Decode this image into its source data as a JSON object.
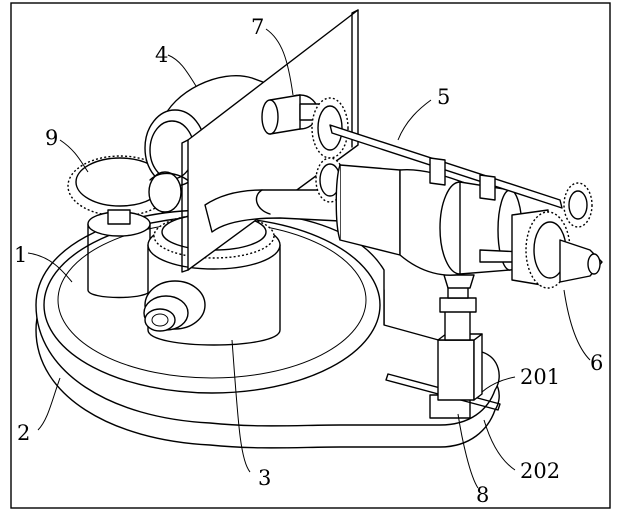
{
  "figure": {
    "kind": "patent line drawing",
    "labels": {
      "l1": "1",
      "l2": "2",
      "l3": "3",
      "l4": "4",
      "l5": "5",
      "l6": "6",
      "l7": "7",
      "l8": "8",
      "l9": "9",
      "l201": "201",
      "l202": "202"
    }
  }
}
